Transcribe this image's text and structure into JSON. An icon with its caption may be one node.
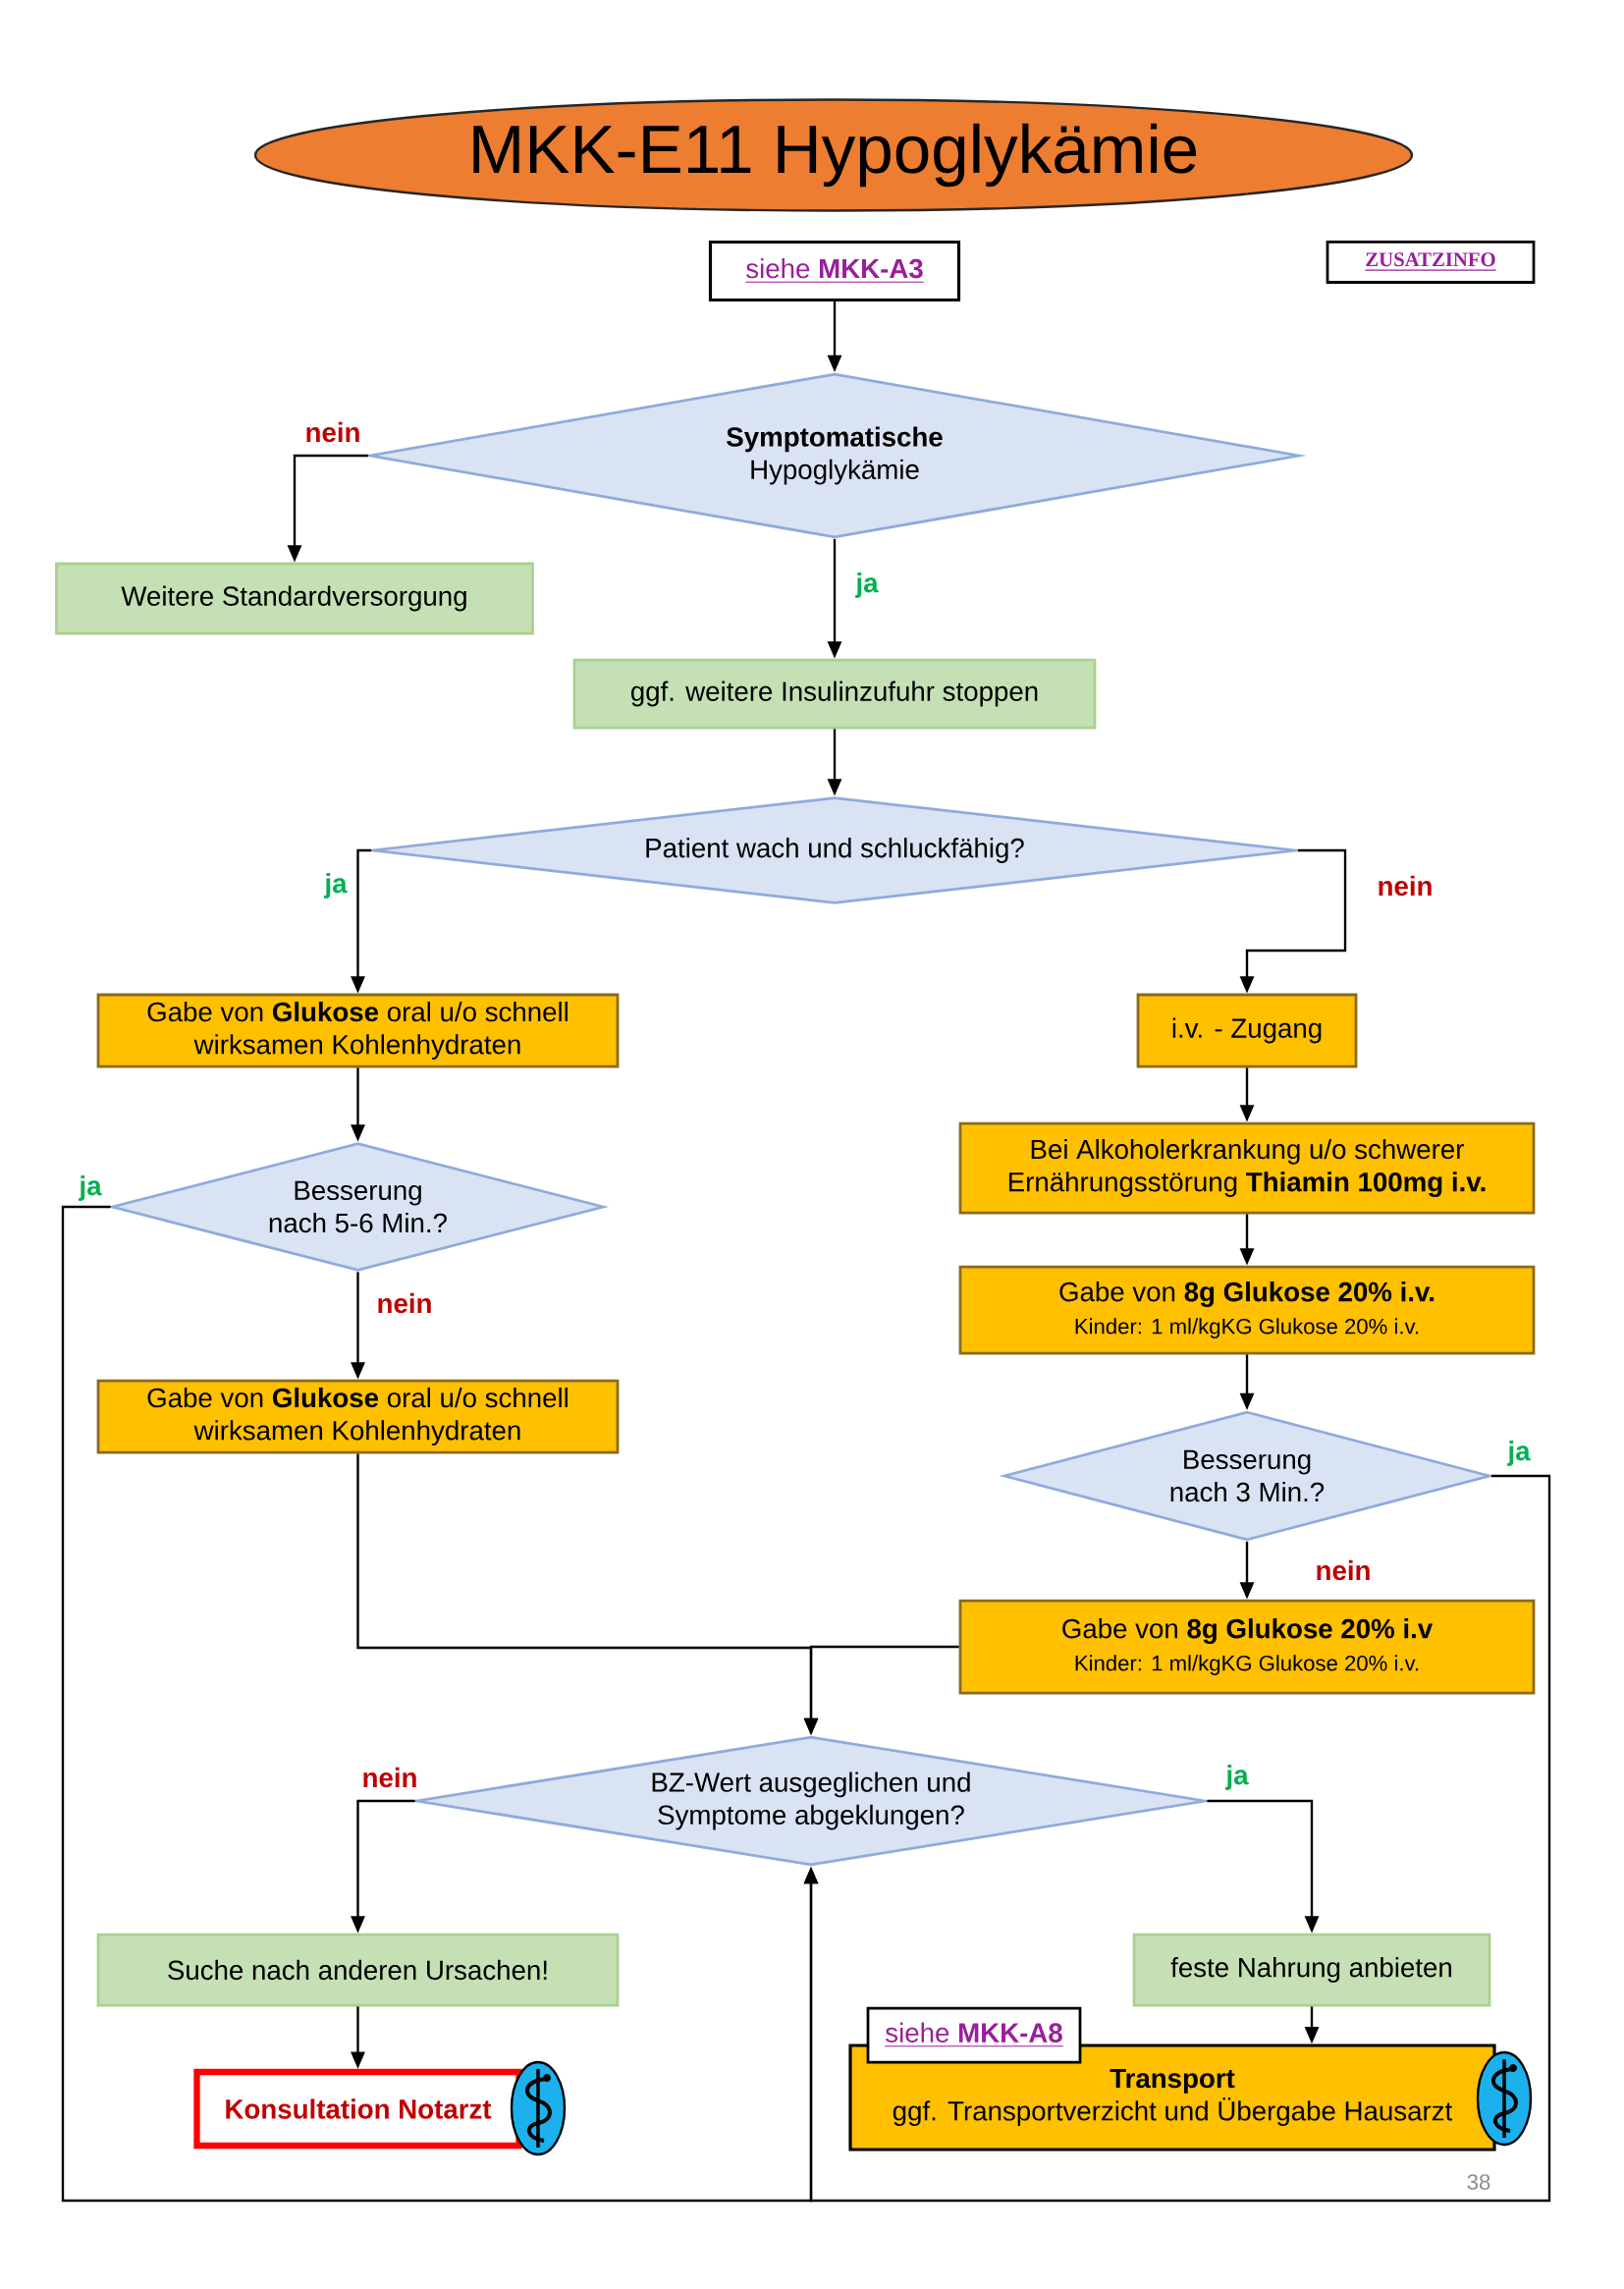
{
  "diagram": {
    "title": "MKK-E11 Hypoglykämie",
    "nodes": [
      {
        "text": [
          "siehe **MKK-A3**"
        ]
      },
      {
        "text": [
          "ZUSATZINFO"
        ]
      },
      {
        "text": [
          "**Symptomatische** Hypoglykämie"
        ]
      },
      {
        "text": [
          "Weitere Standardversorgung"
        ]
      },
      {
        "text": [
          "ggf. weitere Insulinzufuhr stoppen"
        ]
      },
      {
        "text": [
          "Patient wach und schluckfähig?"
        ]
      },
      {
        "text": [
          "Gabe von **Glukose** oral u/o schnell wirksamen Kohlenhydraten"
        ]
      },
      {
        "text": [
          "i.v. - Zugang"
        ]
      },
      {
        "text": [
          "Bei Alkoholerkrankung u/o schwerer Ernährungsstörung **Thiamin 100mg i.v.**"
        ]
      },
      {
        "text": [
          "Besserung nach 5-6 Min.?"
        ]
      },
      {
        "text": [
          "Gabe von **8g Glukose 20% i.v.**",
          "Kinder: 1 ml/kgKG Glukose 20% i.v."
        ]
      },
      {
        "text": [
          "Gabe von **Glukose** oral u/o schnell wirksamen Kohlenhydraten"
        ]
      },
      {
        "text": [
          "Besserung nach 3 Min.?"
        ]
      },
      {
        "text": [
          "Gabe von **8g Glukose 20% i.v**",
          "Kinder: 1 ml/kgKG Glukose 20% i.v."
        ]
      },
      {
        "text": [
          "BZ-Wert ausgeglichen und Symptome abgeklungen?"
        ]
      },
      {
        "text": [
          "Suche nach anderen Ursachen!"
        ]
      },
      {
        "text": [
          "feste Nahrung anbieten"
        ]
      },
      {
        "text": [
          "Konsultation Notarzt"
        ]
      },
      {
        "text": [
          "siehe **MKK-A8**"
        ]
      },
      {
        "text": [
          "Transport",
          "ggf. Transportverzicht und Übergabe Hausarzt"
        ]
      }
    ],
    "edges": [
      {
        "from": 0,
        "to": 2,
        "arrow": "to"
      },
      {
        "from": 2,
        "to": 3,
        "arrow": "to",
        "label": "nein"
      },
      {
        "from": 2,
        "to": 4,
        "arrow": "to",
        "label": "ja"
      },
      {
        "from": 4,
        "to": 5,
        "arrow": "to"
      },
      {
        "from": 5,
        "to": 6,
        "arrow": "to",
        "label": "ja"
      },
      {
        "from": 5,
        "to": 7,
        "arrow": "to",
        "label": "nein"
      },
      {
        "from": 6,
        "to": 9,
        "arrow": "to"
      },
      {
        "from": 7,
        "to": 8,
        "arrow": "to"
      },
      {
        "from": 8,
        "to": 10,
        "arrow": "to"
      },
      {
        "from": 9,
        "to": 11,
        "arrow": "to",
        "label": "nein"
      },
      {
        "from": 9,
        "to": 14,
        "arrow": "to",
        "label": "ja"
      },
      {
        "from": 10,
        "to": 12,
        "arrow": "to"
      },
      {
        "from": 11,
        "to": 14,
        "arrow": "to"
      },
      {
        "from": 12,
        "to": 13,
        "arrow": "to",
        "label": "nein"
      },
      {
        "from": 12,
        "to": 14,
        "arrow": "to",
        "label": "ja"
      },
      {
        "from": 13,
        "to": 14,
        "arrow": "to"
      },
      {
        "from": 14,
        "to": 15,
        "arrow": "to",
        "label": "nein"
      },
      {
        "from": 14,
        "to": 16,
        "arrow": "to",
        "label": "ja"
      },
      {
        "from": 15,
        "to": 17,
        "arrow": "to"
      },
      {
        "from": 16,
        "to": 19,
        "arrow": "to"
      }
    ],
    "labels": [
      "38"
    ]
  }
}
